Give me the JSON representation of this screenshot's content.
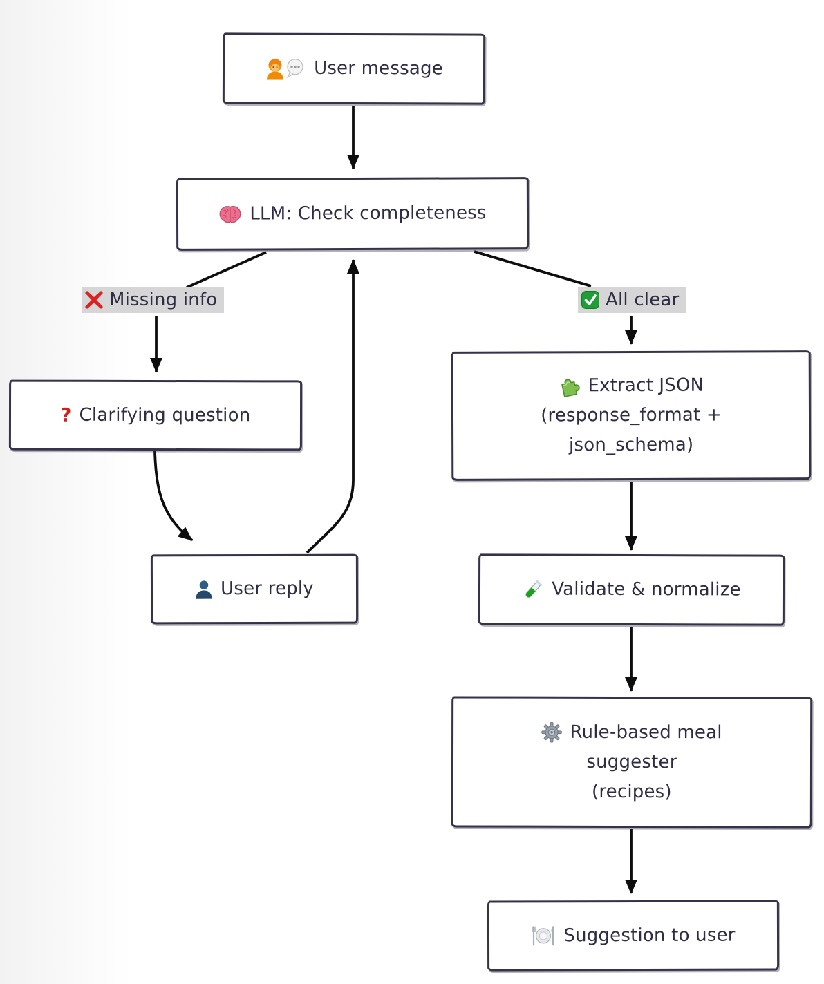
{
  "diagram": {
    "type": "flowchart",
    "direction": "top-down",
    "nodes": {
      "user_message": {
        "icon": "person-speech-icon",
        "label": "User message"
      },
      "llm_check": {
        "icon": "brain-icon",
        "label": "LLM: Check completeness"
      },
      "clarifying_question": {
        "icon": "question-icon",
        "icon_char": "?",
        "label": "Clarifying question"
      },
      "user_reply": {
        "icon": "user-icon",
        "label": "User reply"
      },
      "extract_json": {
        "icon": "puzzle-icon",
        "lines": [
          "Extract JSON",
          "(response_format +",
          "json_schema)"
        ]
      },
      "validate_normalize": {
        "icon": "testtube-icon",
        "label": "Validate & normalize"
      },
      "meal_suggester": {
        "icon": "gear-icon",
        "lines": [
          "Rule-based meal",
          "suggester",
          "(recipes)"
        ]
      },
      "suggestion_to_user": {
        "icon": "meal-icon",
        "label": "Suggestion to user"
      }
    },
    "edge_labels": {
      "missing_info": {
        "icon": "x-icon",
        "label": "Missing info"
      },
      "all_clear": {
        "icon": "check-icon",
        "label": "All clear"
      }
    },
    "edges": [
      {
        "from": "user_message",
        "to": "llm_check"
      },
      {
        "from": "llm_check",
        "to": "clarifying_question",
        "label": "Missing info"
      },
      {
        "from": "clarifying_question",
        "to": "user_reply"
      },
      {
        "from": "user_reply",
        "to": "llm_check"
      },
      {
        "from": "llm_check",
        "to": "extract_json",
        "label": "All clear"
      },
      {
        "from": "extract_json",
        "to": "validate_normalize"
      },
      {
        "from": "validate_normalize",
        "to": "meal_suggester"
      },
      {
        "from": "meal_suggester",
        "to": "suggestion_to_user"
      }
    ],
    "colors": {
      "node_border": "#363248",
      "node_fill": "#ffffff",
      "text": "#2e2d44",
      "edge": "#0d0d0d",
      "edge_label_bg": "#d6d6d6",
      "red_accent": "#dd2020",
      "green_accent": "#22a03c"
    }
  }
}
